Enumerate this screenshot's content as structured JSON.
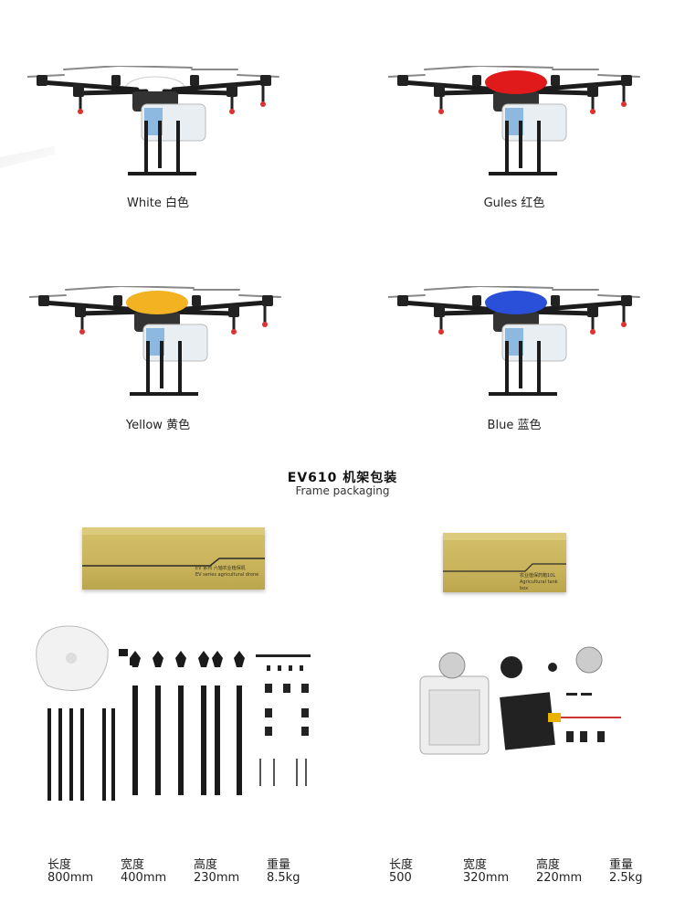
{
  "colors": {
    "white_canopy": "#ffffff",
    "red_canopy": "#e01a1a",
    "yellow_canopy": "#f2b221",
    "blue_canopy": "#2a4fd8",
    "box": "#c9b45c"
  },
  "variants": [
    {
      "label": "White 白色",
      "canopy": "white"
    },
    {
      "label": "Gules 红色",
      "canopy": "red"
    },
    {
      "label": "Yellow 黄色",
      "canopy": "yellow"
    },
    {
      "label": "Blue 蓝色",
      "canopy": "blue"
    }
  ],
  "packaging": {
    "title": "EV610 机架包装",
    "subtitle": "Frame packaging",
    "box1_line1": "EV 系列 六轴农业植保机",
    "box1_line2": "EV series agricultural drone",
    "box2_line1": "农业植保药箱10L",
    "box2_line2": "Agricultural tank box"
  },
  "specs_frame": [
    {
      "label": "长度",
      "value": "800mm"
    },
    {
      "label": "宽度",
      "value": "400mm"
    },
    {
      "label": "高度",
      "value": "230mm"
    },
    {
      "label": "重量",
      "value": "8.5kg"
    }
  ],
  "specs_tank": [
    {
      "label": "长度",
      "value": "500"
    },
    {
      "label": "宽度",
      "value": "320mm"
    },
    {
      "label": "高度",
      "value": "220mm"
    },
    {
      "label": "重量",
      "value": "2.5kg"
    }
  ]
}
